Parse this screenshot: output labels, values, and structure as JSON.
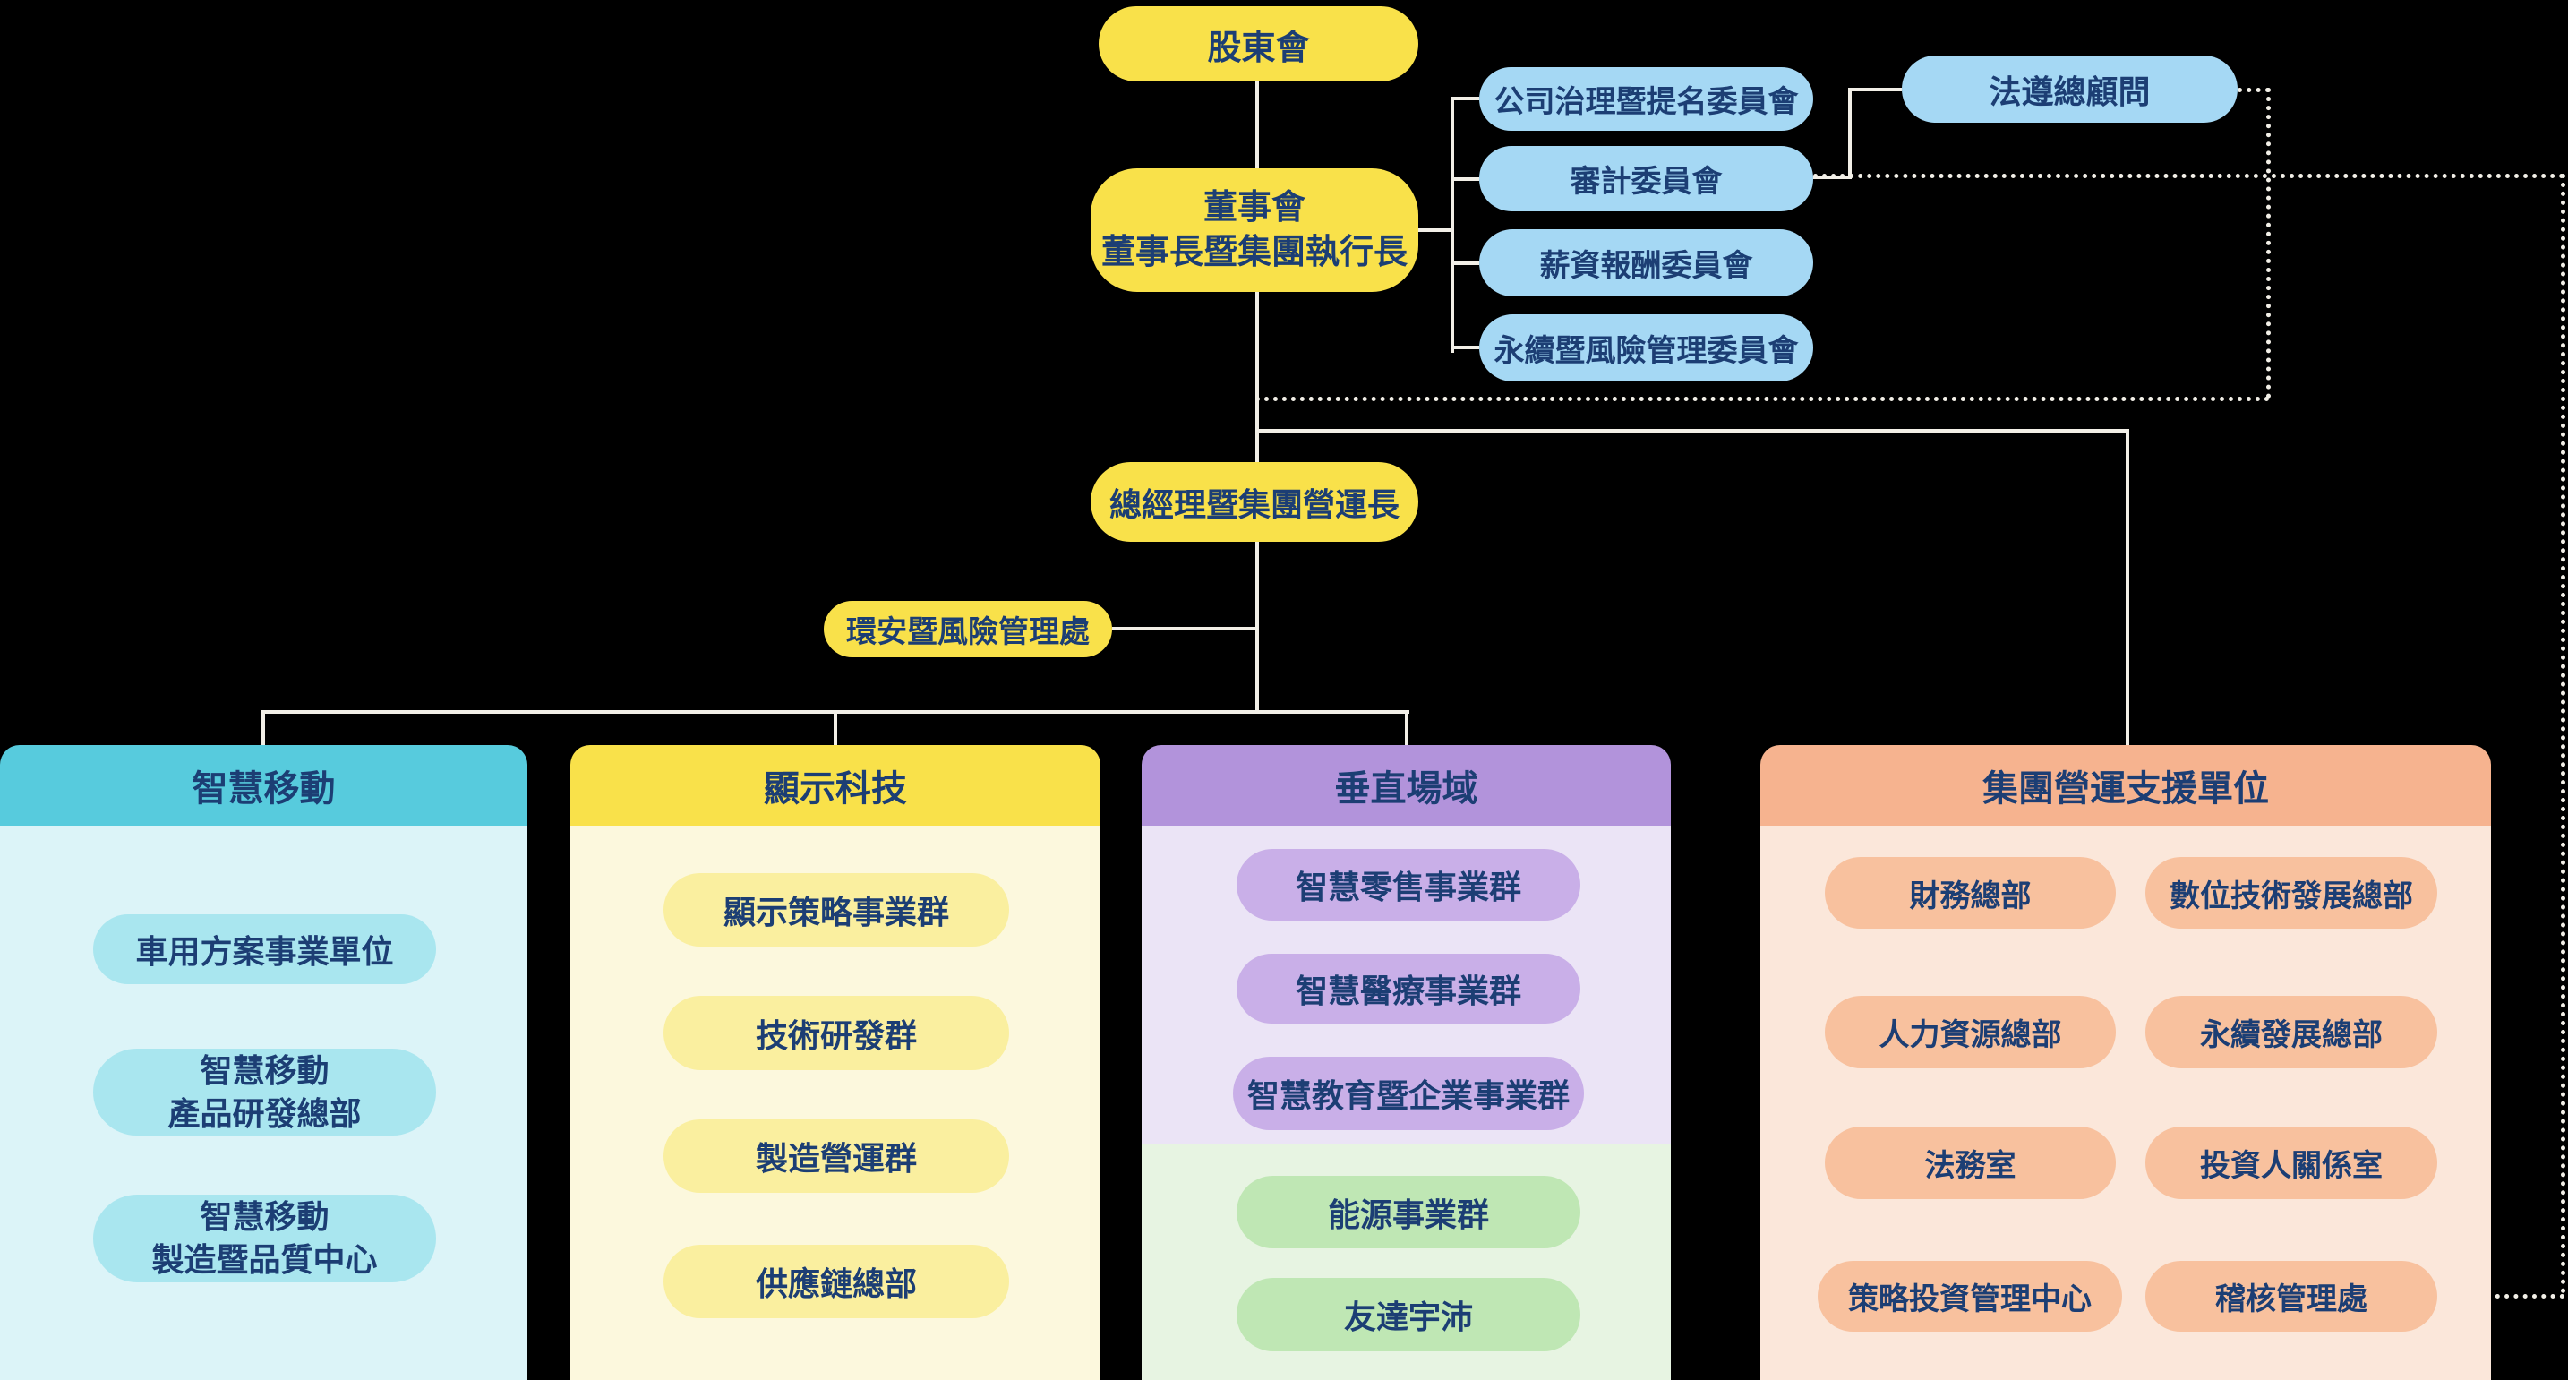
{
  "colors": {
    "background": "#000000",
    "line": "#F2EFE7",
    "text": "#1C3E74",
    "yellow_node": "#F9E14A",
    "blue_node": "#A5D8F4",
    "smart_mobility_header": "#57CBDD",
    "smart_mobility_body": "#DCF4F8",
    "smart_mobility_item": "#A9E6EF",
    "display_header": "#F9E14A",
    "display_body": "#FCF8DD",
    "display_item": "#FAEF9F",
    "vertical_header": "#B293DB",
    "vertical_body": "#EBE4F6",
    "vertical_item": "#C9AFE8",
    "energy_body": "#E7F4E2",
    "energy_item": "#BFE7B4",
    "support_header": "#F6B38F",
    "support_body": "#FBE7DA",
    "support_item": "#F8C19E"
  },
  "nodes": {
    "shareholders": "股東會",
    "board": "董事會\n董事長暨集團執行長",
    "president": "總經理暨集團營運長",
    "esh": "環安暨風險管理處",
    "compliance": "法遵總顧問"
  },
  "committees": [
    "公司治理暨提名委員會",
    "審計委員會",
    "薪資報酬委員會",
    "永續暨風險管理委員會"
  ],
  "groups": [
    {
      "title": "智慧移動",
      "items": [
        "車用方案事業單位",
        "智慧移動\n產品研發總部",
        "智慧移動\n製造暨品質中心"
      ]
    },
    {
      "title": "顯示科技",
      "items": [
        "顯示策略事業群",
        "技術研發群",
        "製造營運群",
        "供應鏈總部"
      ]
    },
    {
      "title": "垂直場域",
      "items": [
        "智慧零售事業群",
        "智慧醫療事業群",
        "智慧教育暨企業事業群"
      ],
      "energy_items": [
        "能源事業群",
        "友達宇沛"
      ]
    },
    {
      "title": "集團營運支援單位",
      "items_left": [
        "財務總部",
        "人力資源總部",
        "法務室",
        "策略投資管理中心"
      ],
      "items_right": [
        "數位技術發展總部",
        "永續發展總部",
        "投資人關係室",
        "稽核管理處"
      ]
    }
  ]
}
